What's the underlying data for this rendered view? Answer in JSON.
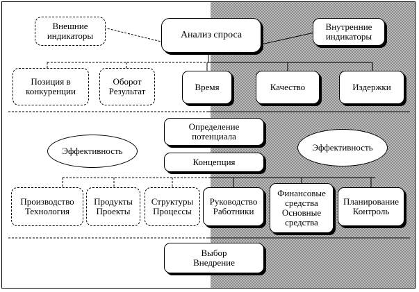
{
  "diagram": {
    "top": {
      "external_indicators": [
        "Внешние",
        "индикаторы"
      ],
      "demand_analysis": "Анализ спроса",
      "internal_indicators": [
        "Внутренние",
        "индикаторы"
      ]
    },
    "row1": {
      "competition_position": [
        "Позиция в",
        "конкуренции"
      ],
      "turnover_result": [
        "Оборот",
        "Результат"
      ],
      "time": "Время",
      "quality": "Качество",
      "costs": "Издержки"
    },
    "middle": {
      "potential_definition": [
        "Определение",
        "потенциала"
      ],
      "efficiency_left": "Эффективность",
      "efficiency_right": "Эффективность",
      "concept": "Концепция"
    },
    "row2": {
      "production_technology": [
        "Производство",
        "Технология"
      ],
      "products_projects": [
        "Продукты",
        "Проекты"
      ],
      "structures_processes": [
        "Структуры",
        "Процессы"
      ],
      "management_employees": [
        "Руководство",
        "Работники"
      ],
      "financial_fixed_assets": [
        "Финансовые",
        "средства",
        "Основные",
        "средства"
      ],
      "planning_control": [
        "Планирование",
        "Контроль"
      ]
    },
    "bottom": {
      "selection_implementation": [
        "Выбор",
        "Внедрение"
      ]
    }
  }
}
